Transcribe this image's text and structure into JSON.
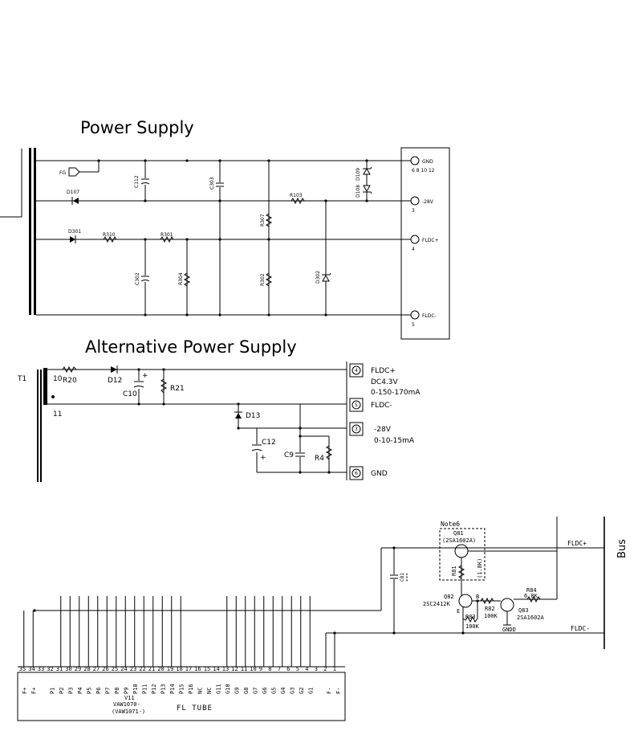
{
  "power_supply": {
    "title": "Power Supply",
    "components": [
      "FG",
      "D107",
      "D301",
      "R310",
      "R301",
      "C112",
      "C303",
      "C302",
      "R304",
      "R307",
      "R302",
      "R103",
      "D302",
      "D109",
      "D108"
    ],
    "terminals": [
      {
        "label": "GND",
        "pins": "6 8 10 12"
      },
      {
        "label": "-28V",
        "pins": "3"
      },
      {
        "label": "FLDC+",
        "pins": "4"
      },
      {
        "label": "FLDC-",
        "pins": "5"
      }
    ]
  },
  "alt_power_supply": {
    "title": "Alternative Power Supply",
    "transformer": "T1",
    "pins": [
      "10",
      "11"
    ],
    "components": [
      "R20",
      "D12",
      "C10",
      "R21",
      "D13",
      "C12",
      "C9",
      "R4"
    ],
    "terminals": [
      {
        "num": "4",
        "label": "FLDC+",
        "note1": "DC4.3V",
        "note2": "0-150-170mA"
      },
      {
        "num": "5",
        "label": "FLDC-",
        "note1": "",
        "note2": ""
      },
      {
        "num": "3",
        "label": "-28V",
        "note1": "0-10-15mA",
        "note2": ""
      },
      {
        "num": "6",
        "label": "GND",
        "note1": "",
        "note2": ""
      }
    ]
  },
  "fl_tube": {
    "note": "Note6",
    "q81": "Q81",
    "q81_part": "(2SA1602A)",
    "r81": "R81",
    "r81_val": "(1.8K)",
    "q82": "Q82",
    "q82_part": "2SC2412K",
    "r82": "R82",
    "r82_val": "100K",
    "r83": "R83",
    "r83_val": "100K",
    "q83": "Q83",
    "q83_part": "2SA1602A",
    "r84": "R84",
    "r84_val": "6.8K",
    "c81": "C81",
    "c81_val": "***",
    "gndd": "GNDD",
    "fldc_plus": "FLDC+",
    "fldc_minus": "FLDC-",
    "bus": "Bus",
    "v11": "V11",
    "part1": "VAW1070-",
    "part2": "(VAW1071-)",
    "tube": "FL TUBE",
    "pin_numbers": [
      "35",
      "34",
      "33",
      "32",
      "31",
      "30",
      "29",
      "28",
      "27",
      "26",
      "25",
      "24",
      "23",
      "22",
      "21",
      "20",
      "19",
      "18",
      "17",
      "16",
      "15",
      "14",
      "13",
      "12",
      "11",
      "10",
      "9",
      "8",
      "7",
      "6",
      "5",
      "4",
      "3",
      "2",
      "1"
    ],
    "pin_names": [
      "F+",
      "F+",
      "",
      "P1",
      "P2",
      "P3",
      "P4",
      "P5",
      "P6",
      "P7",
      "P8",
      "P9",
      "P10",
      "P11",
      "P12",
      "P13",
      "P14",
      "P15",
      "P16",
      "NC",
      "NC",
      "G11",
      "G10",
      "G9",
      "G8",
      "G7",
      "G6",
      "G5",
      "G4",
      "G3",
      "G2",
      "G1",
      "",
      "F-",
      "F-"
    ]
  }
}
